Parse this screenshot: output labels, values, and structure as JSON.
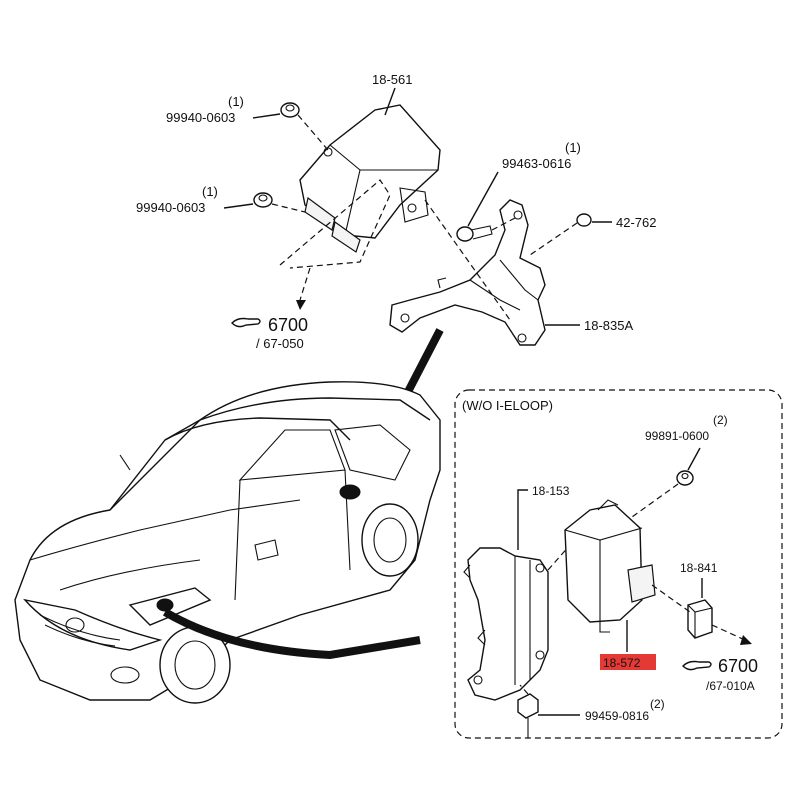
{
  "top_module": {
    "part_label": "18-561",
    "nut_upper_qty": "(1)",
    "nut_upper_code": "99940-0603",
    "nut_lower_qty": "(1)",
    "nut_lower_code": "99940-0603",
    "ref_section": "6700",
    "ref_page": "/ 67-050"
  },
  "bracket": {
    "bolt_qty": "(1)",
    "bolt_code": "99463-0616",
    "clip_code": "42-762",
    "bracket_label": "18-835A"
  },
  "inset": {
    "title": "(W/O I-ELOOP)",
    "nut_qty": "(2)",
    "nut_code": "99891-0600",
    "bracket_label": "18-153",
    "connector_label": "18-841",
    "module_label": "18-572",
    "module_highlight_color": "#e53935",
    "ref_section": "6700",
    "ref_page": "/67-010A",
    "bolt_qty": "(2)",
    "bolt_code": "99459-0816"
  }
}
